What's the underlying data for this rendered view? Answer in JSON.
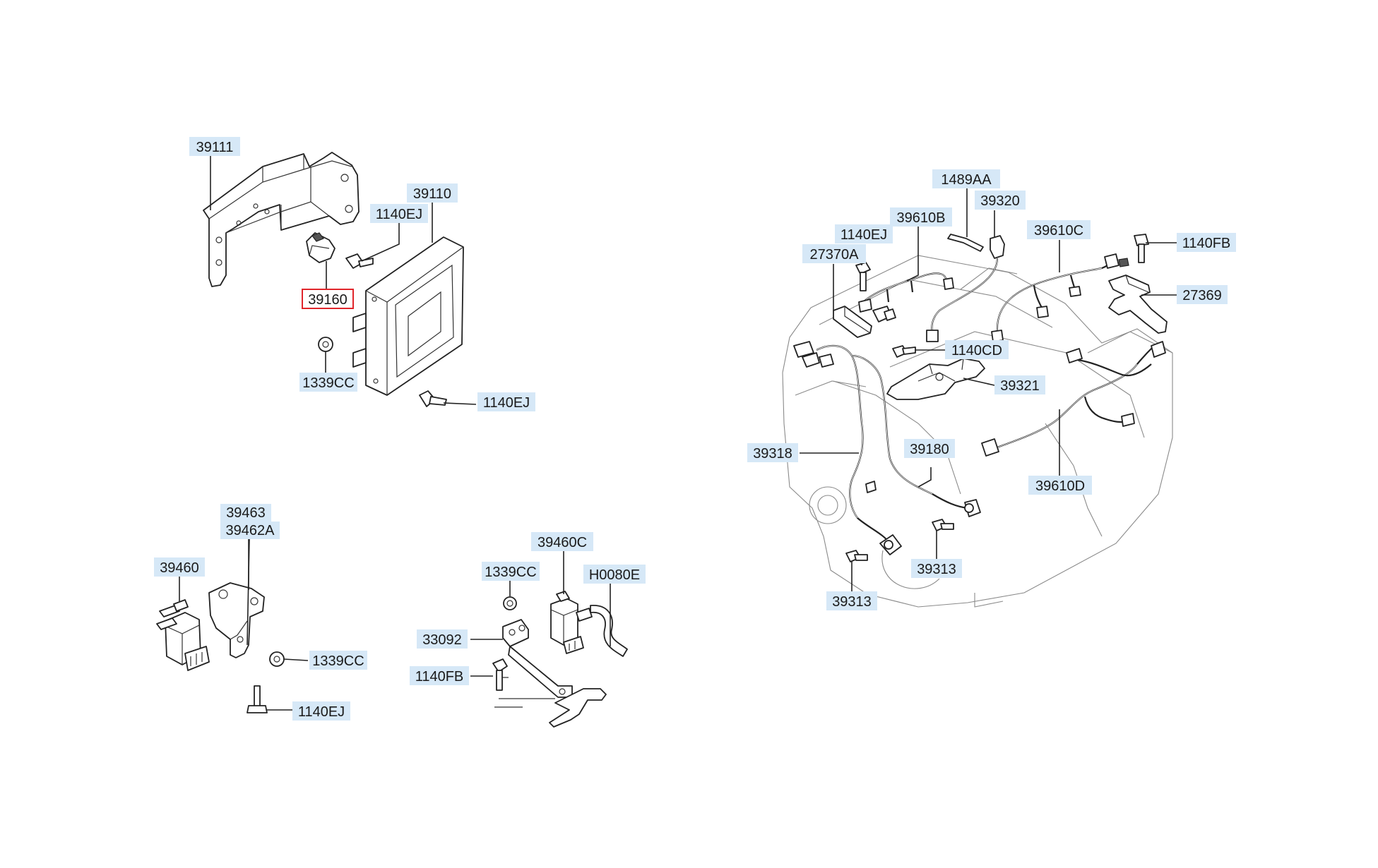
{
  "labels": [
    {
      "id": "39111",
      "text": "39111"
    },
    {
      "id": "39110",
      "text": "39110"
    },
    {
      "id": "1140EJ_a",
      "text": "1140EJ"
    },
    {
      "id": "39160",
      "text": "39160",
      "selected": true
    },
    {
      "id": "1339CC_a",
      "text": "1339CC"
    },
    {
      "id": "1140EJ_b",
      "text": "1140EJ"
    },
    {
      "id": "39463",
      "text": "39463"
    },
    {
      "id": "39462A",
      "text": "39462A"
    },
    {
      "id": "39460",
      "text": "39460"
    },
    {
      "id": "1339CC_b",
      "text": "1339CC"
    },
    {
      "id": "1140EJ_c",
      "text": "1140EJ"
    },
    {
      "id": "39460C",
      "text": "39460C"
    },
    {
      "id": "1339CC_c",
      "text": "1339CC"
    },
    {
      "id": "H0080E",
      "text": "H0080E"
    },
    {
      "id": "33092",
      "text": "33092"
    },
    {
      "id": "1140FB_a",
      "text": "1140FB"
    },
    {
      "id": "1489AA",
      "text": "1489AA"
    },
    {
      "id": "39320",
      "text": "39320"
    },
    {
      "id": "39610B",
      "text": "39610B"
    },
    {
      "id": "1140EJ_d",
      "text": "1140EJ"
    },
    {
      "id": "27370A",
      "text": "27370A"
    },
    {
      "id": "39610C",
      "text": "39610C"
    },
    {
      "id": "1140FB_b",
      "text": "1140FB"
    },
    {
      "id": "27369",
      "text": "27369"
    },
    {
      "id": "1140CD",
      "text": "1140CD"
    },
    {
      "id": "39321",
      "text": "39321"
    },
    {
      "id": "39318",
      "text": "39318"
    },
    {
      "id": "39180",
      "text": "39180"
    },
    {
      "id": "39610D",
      "text": "39610D"
    },
    {
      "id": "39313_a",
      "text": "39313"
    },
    {
      "id": "39313_b",
      "text": "39313"
    }
  ],
  "colors": {
    "label_background": "#d6e8f7",
    "selected_outline": "#e0252b",
    "line": "#222222"
  }
}
